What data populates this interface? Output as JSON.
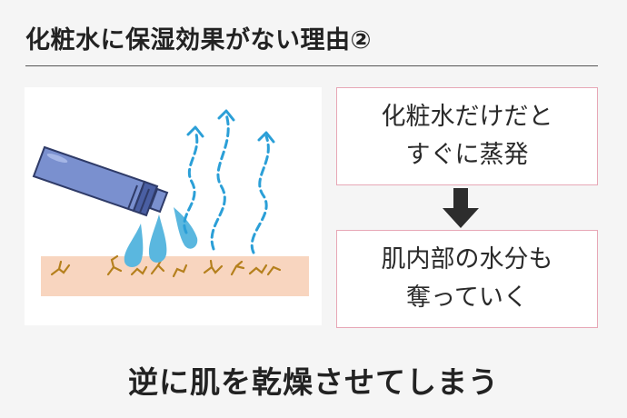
{
  "title": "化粧水に保湿効果がない理由②",
  "steps": [
    {
      "line1": "化粧水だけだと",
      "line2": "すぐに蒸発"
    },
    {
      "line1": "肌内部の水分も",
      "line2": "奪っていく"
    }
  ],
  "conclusion": "逆に肌を乾燥させてしまう",
  "colors": {
    "box_border": "#e7a7b6",
    "skin": "#f8d5bf",
    "cracks": "#b5801d",
    "droplet": "#5ab7df",
    "vapor": "#2b9fd7",
    "bottle": "#7a90cf",
    "arrow": "#2d2d2d"
  },
  "icons": [
    "bottle-icon",
    "droplet-icon",
    "vapor-arrow-icon",
    "skin-crack-icon",
    "down-arrow-icon"
  ]
}
